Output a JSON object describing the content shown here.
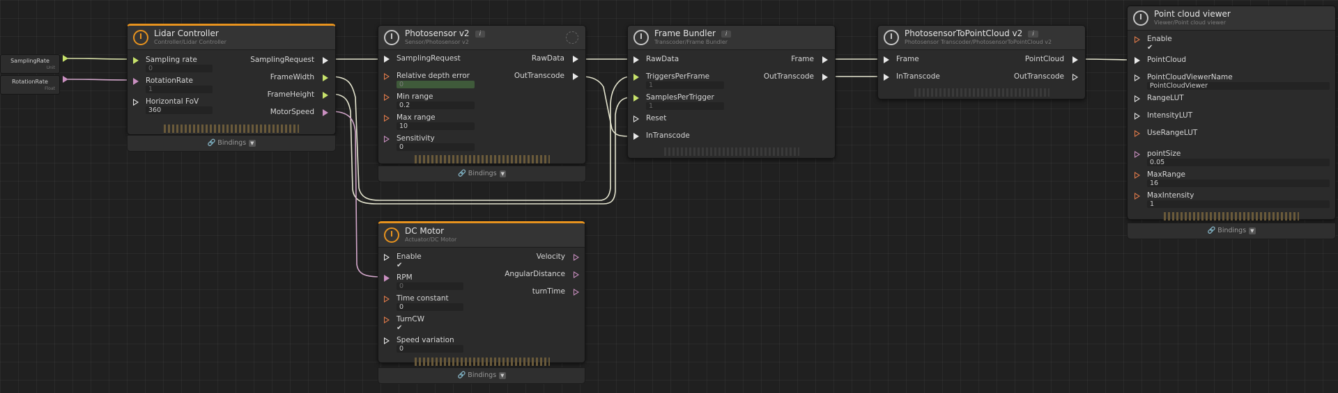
{
  "mini_nodes": {
    "sampling_rate": {
      "title": "SamplingRate",
      "type": "Unit"
    },
    "rotation_rate": {
      "title": "RotationRate",
      "type": "Float"
    }
  },
  "lidar": {
    "title": "Lidar Controller",
    "subtitle": "Controller/Lidar Controller",
    "inputs": [
      {
        "label": "Sampling rate",
        "value": "0"
      },
      {
        "label": "RotationRate",
        "value": "1"
      },
      {
        "label": "Horizontal FoV",
        "value": "360"
      }
    ],
    "outputs": [
      "SamplingRequest",
      "FrameWidth",
      "FrameHeight",
      "MotorSpeed"
    ],
    "bindings": "Bindings"
  },
  "photosensor": {
    "title": "Photosensor v2",
    "badge": "i",
    "subtitle": "Sensor/Photosensor v2",
    "inputs": [
      {
        "label": "SamplingRequest",
        "value": ""
      },
      {
        "label": "Relative depth error",
        "value": "0"
      },
      {
        "label": "Min range",
        "value": "0.2"
      },
      {
        "label": "Max range",
        "value": "10"
      },
      {
        "label": "Sensitivity",
        "value": "0"
      }
    ],
    "outputs": [
      "RawData",
      "OutTranscode"
    ],
    "bindings": "Bindings"
  },
  "dc_motor": {
    "title": "DC Motor",
    "subtitle": "Actuator/DC Motor",
    "inputs": [
      {
        "label": "Enable",
        "value": "✔"
      },
      {
        "label": "RPM",
        "value": "0"
      },
      {
        "label": "Time constant",
        "value": "0"
      },
      {
        "label": "TurnCW",
        "value": "✔"
      },
      {
        "label": "Speed variation",
        "value": "0"
      }
    ],
    "outputs": [
      "Velocity",
      "AngularDistance",
      "turnTime"
    ],
    "bindings": "Bindings"
  },
  "frame_bundler": {
    "title": "Frame Bundler",
    "badge": "i",
    "subtitle": "Transcoder/Frame Bundler",
    "inputs": [
      {
        "label": "RawData",
        "value": ""
      },
      {
        "label": "TriggersPerFrame",
        "value": "1"
      },
      {
        "label": "SamplesPerTrigger",
        "value": "1"
      },
      {
        "label": "Reset",
        "value": ""
      },
      {
        "label": "InTranscode",
        "value": ""
      }
    ],
    "outputs": [
      "Frame",
      "OutTranscode"
    ]
  },
  "ps_to_pc": {
    "title": "PhotosensorToPointCloud v2",
    "badge": "i",
    "subtitle": "Photosensor Transcoder/PhotosensorToPointCloud v2",
    "inputs": [
      "Frame",
      "InTranscode"
    ],
    "outputs": [
      "PointCloud",
      "OutTranscode"
    ]
  },
  "pc_viewer": {
    "title": "Point cloud viewer",
    "subtitle": "Viewer/Point cloud viewer",
    "inputs": [
      {
        "label": "Enable",
        "value": "✔"
      },
      {
        "label": "PointCloud",
        "value": ""
      },
      {
        "label": "PointCloudViewerName",
        "value": "PointCloudViewer"
      },
      {
        "label": "RangeLUT",
        "value": ""
      },
      {
        "label": "IntensityLUT",
        "value": ""
      },
      {
        "label": "UseRangeLUT",
        "value": ""
      },
      {
        "label": "pointSize",
        "value": "0.05"
      },
      {
        "label": "MaxRange",
        "value": "16"
      },
      {
        "label": "MaxIntensity",
        "value": "1"
      }
    ],
    "bindings": "Bindings"
  },
  "colors": {
    "accent": "#e8931e",
    "port_green": "#c7e26b",
    "port_pink": "#c98fc0",
    "wire": "#e6e6d0"
  }
}
